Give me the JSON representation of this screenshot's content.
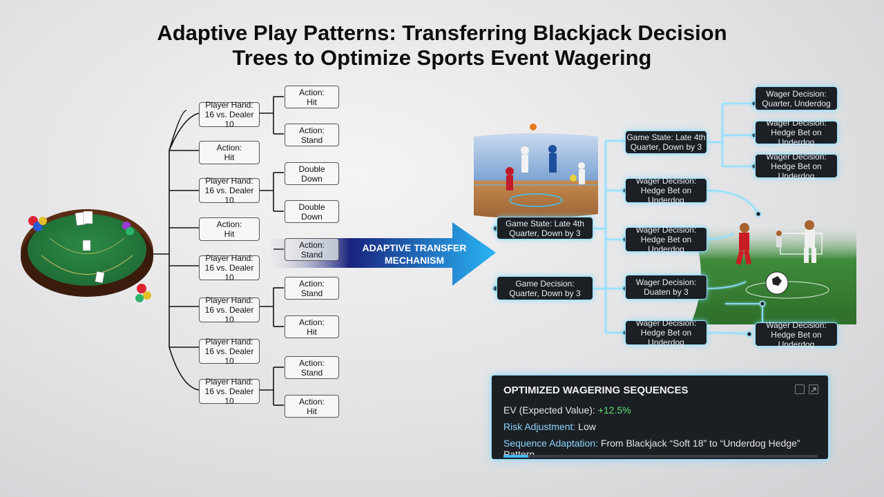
{
  "title": {
    "line1": "Adaptive Play Patterns: Transferring Blackjack Decision",
    "line2": "Trees to Optimize Sports Event Wagering"
  },
  "blackjack_tree": {
    "nodes": [
      {
        "id": "p1",
        "line1": "Player Hand:",
        "line2": "16 vs. Dealer 10"
      },
      {
        "id": "a1",
        "line1": "Action:",
        "line2": "Hit"
      },
      {
        "id": "a2",
        "line1": "Action:",
        "line2": "Stand"
      },
      {
        "id": "a3",
        "line1": "Action:",
        "line2": "Hit"
      },
      {
        "id": "p2",
        "line1": "Player Hand:",
        "line2": "16 vs. Dealer 10"
      },
      {
        "id": "a4",
        "line1": "Double",
        "line2": "Down"
      },
      {
        "id": "a5",
        "line1": "Double",
        "line2": "Down"
      },
      {
        "id": "a6",
        "line1": "Action:",
        "line2": "Hit"
      },
      {
        "id": "a7",
        "line1": "Action:",
        "line2": "Stand"
      },
      {
        "id": "p3",
        "line1": "Player Hand:",
        "line2": "16 vs. Dealer 10"
      },
      {
        "id": "a8",
        "line1": "Action:",
        "line2": "Stand"
      },
      {
        "id": "p4",
        "line1": "Player Hand:",
        "line2": "16 vs. Dealer 10"
      },
      {
        "id": "a9",
        "line1": "Action:",
        "line2": "Hit"
      },
      {
        "id": "p5",
        "line1": "Player Hand:",
        "line2": "16 vs. Dealer 10"
      },
      {
        "id": "a10",
        "line1": "Action:",
        "line2": "Stand"
      },
      {
        "id": "p6",
        "line1": "Player Hand:",
        "line2": "16 vs. Dealer 10"
      },
      {
        "id": "a11",
        "line1": "Action:",
        "line2": "Hit"
      }
    ]
  },
  "transfer_arrow": {
    "line1": "ADAPTIVE TRANSFER",
    "line2": "MECHANISM"
  },
  "sports_tree": {
    "nodes": [
      {
        "id": "s1",
        "line1": "Game State: Late 4th",
        "line2": "Quarter, Down by 3"
      },
      {
        "id": "s2",
        "line1": "Game Decision:",
        "line2": "Quarter, Down by 3"
      },
      {
        "id": "s3",
        "line1": "Game State: Late 4th",
        "line2": "Quarter, Down by 3"
      },
      {
        "id": "w1",
        "line1": "Wager Decision:",
        "line2": "Quarter, Underdog"
      },
      {
        "id": "w2",
        "line1": "Wager Decision:",
        "line2": "Hedge Bet on Underdog"
      },
      {
        "id": "w3",
        "line1": "Wager Decision:",
        "line2": "Hedge Bet on Underdog"
      },
      {
        "id": "w4",
        "line1": "Wager Decision:",
        "line2": "Hedge Bet on Underdog"
      },
      {
        "id": "w5",
        "line1": "Wager Decision:",
        "line2": "Hedge Bet on Underdog"
      },
      {
        "id": "w6",
        "line1": "Wager Decision:",
        "line2": "Duaten by 3"
      },
      {
        "id": "w7",
        "line1": "Wager Decision:",
        "line2": "Hedge Bet on Underdog"
      },
      {
        "id": "w8",
        "line1": "Wager Decision:",
        "line2": "Hedge Bet on Underdog"
      }
    ]
  },
  "panel": {
    "title": "OPTIMIZED WAGERING SEQUENCES",
    "ev_label": "EV (Expected Value): ",
    "ev_value": "+12.5%",
    "risk_label": "Risk Adjustment: ",
    "risk_value": "Low",
    "seq_label": "Sequence Adaptation: ",
    "seq_value": "From Blackjack “Soft 18” to “Underdog Hedge” Pattern",
    "progress": 0.08
  },
  "colors": {
    "glow": "#8fdcff",
    "panel_bg": "#1b1f23",
    "ev_positive": "#5fe07a",
    "arrow_start": "#1a237e",
    "arrow_end": "#29b6f6",
    "felt": "#1f6b35",
    "rail": "#5a2d14"
  }
}
